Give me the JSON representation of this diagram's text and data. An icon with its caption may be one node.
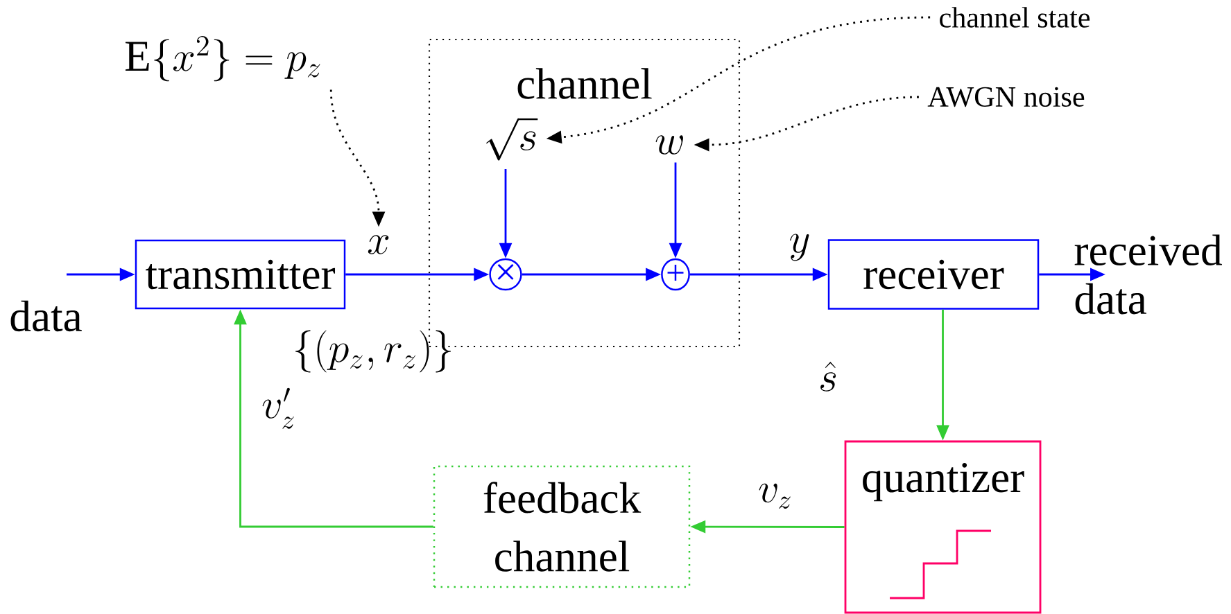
{
  "diagram": {
    "nodes": [
      {
        "text": [
          "\\mathrm{E}\\{x^{2}\\} = p_{z}"
        ]
      },
      {
        "text": [
          "channel state"
        ]
      },
      {
        "text": [
          "AWGN noise"
        ]
      },
      {
        "text": [
          "channel"
        ]
      },
      {
        "text": [
          "\\sqrt{s}"
        ],
        "in": 3
      },
      {
        "text": [
          "w"
        ],
        "in": 3
      },
      {
        "text": [
          "×"
        ],
        "in": 3
      },
      {
        "text": [
          "+"
        ],
        "in": 3
      },
      {
        "text": [
          "x"
        ]
      },
      {
        "text": [
          "transmitter"
        ]
      },
      {
        "text": [
          "receiver"
        ]
      },
      {
        "text": [
          "quantizer"
        ]
      },
      {
        "text": [
          "feedback channel"
        ]
      }
    ],
    "edges": [
      {
        "from": null,
        "to": 9,
        "arrow": "to",
        "label": "data"
      },
      {
        "from": 9,
        "to": 6,
        "arrow": "to"
      },
      {
        "from": 4,
        "to": 6,
        "arrow": "to"
      },
      {
        "from": 5,
        "to": 7,
        "arrow": "to"
      },
      {
        "from": 6,
        "to": 7,
        "arrow": "to"
      },
      {
        "from": 7,
        "to": 10,
        "arrow": "to",
        "label": "y"
      },
      {
        "from": 10,
        "to": null,
        "arrow": "to",
        "label": "received data"
      },
      {
        "from": 10,
        "to": 11,
        "arrow": "to",
        "label": "\\hat{s}",
        "color": "#33cc33"
      },
      {
        "from": 11,
        "to": 12,
        "arrow": "to",
        "label": "v_{z}",
        "color": "#33cc33"
      },
      {
        "from": 12,
        "to": 9,
        "arrow": "to",
        "label": "v'_{z}",
        "color": "#33cc33"
      },
      {
        "from": 0,
        "to": 8,
        "arrow": "to",
        "style": "dashed",
        "color": "#000000"
      },
      {
        "from": 1,
        "to": 4,
        "arrow": "to",
        "style": "dashed",
        "color": "#000000"
      },
      {
        "from": 2,
        "to": 5,
        "arrow": "to",
        "style": "dashed",
        "color": "#000000"
      }
    ],
    "labels": [
      "\\{(p_{z}, r_{z})\\}"
    ]
  }
}
